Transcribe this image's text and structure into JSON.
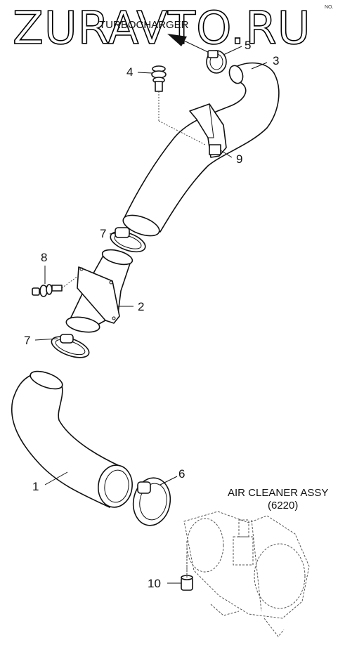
{
  "watermark": {
    "text": "ZURAVTO.RU",
    "small": "NO."
  },
  "labels": {
    "turbocharger": "TURBOCHARGER",
    "air_cleaner": "AIR CLEANER ASSY",
    "air_cleaner_code": "(6220)"
  },
  "callouts": {
    "c1": "1",
    "c2": "2",
    "c3": "3",
    "c4": "4",
    "c5": "5",
    "c6": "6",
    "c7a": "7",
    "c7b": "7",
    "c8": "8",
    "c9": "9",
    "c10": "10"
  }
}
